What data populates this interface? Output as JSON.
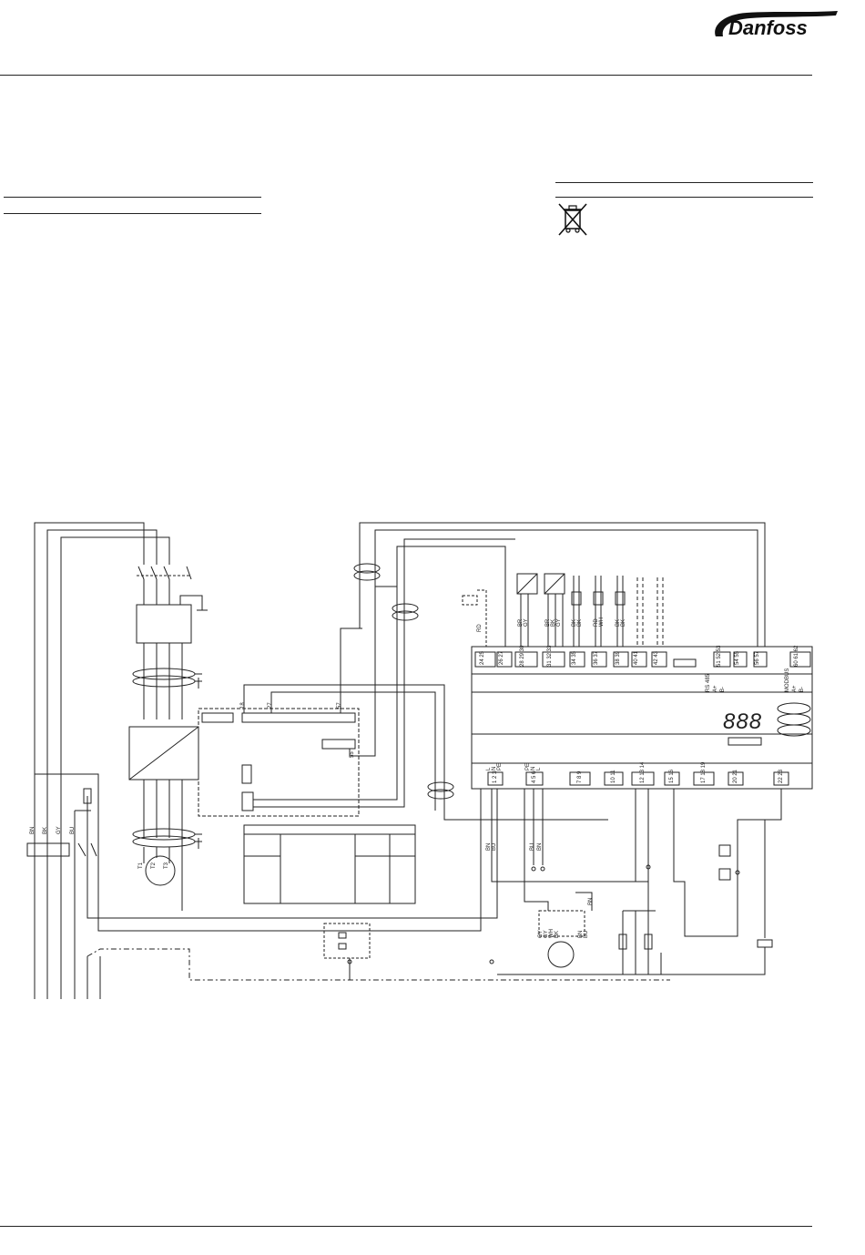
{
  "brand": {
    "logo_text": "Danfoss"
  },
  "wire_colors": {
    "left_bus": [
      "BN",
      "BK",
      "GY",
      "BU"
    ],
    "supply_lower": [
      "BN",
      "BU"
    ],
    "fan_upper": [
      "BU",
      "BN"
    ],
    "fan_lower": [
      "GY",
      "GY",
      "WH",
      "BK",
      "BN",
      "BU"
    ],
    "rd": "RD",
    "sensor_pairs": [
      [
        "BR",
        "GY"
      ],
      [
        "BR",
        "BK",
        "GY"
      ],
      [
        "BK",
        "BK"
      ],
      [
        "RD",
        "WH"
      ],
      [
        "BK",
        "BK"
      ]
    ]
  },
  "motor_terminals": [
    "T1",
    "T2",
    "T3"
  ],
  "inverter_terminals": {
    "t18": "18",
    "t27": "27",
    "t57": "57",
    "t55": "55"
  },
  "controller": {
    "top_terminals": [
      "24 25",
      "26 27",
      "28 29 30",
      "31 32 33",
      "34 35",
      "36 37",
      "38 39",
      "40 41",
      "42 43",
      "51 52 53",
      "54 55",
      "56 57",
      "60 61 62"
    ],
    "rs485": {
      "label": "RS 485",
      "a": "A+",
      "b": "B-"
    },
    "modbus": {
      "label": "MODBUS",
      "a": "A+",
      "b": "B-"
    },
    "display": "888",
    "bottom_labels": {
      "supply": [
        "L",
        "N",
        "PE"
      ],
      "fan": [
        "PE",
        "N",
        "L"
      ]
    },
    "bottom_terminals": [
      "1 2 3",
      "4 5 6",
      "7 8 9",
      "10 11",
      "12 13 14",
      "15 16",
      "17 18 19",
      "20 21",
      "22 23"
    ]
  },
  "icons": {
    "weee": "crossed-bin-icon",
    "logo": "danfoss-logo"
  }
}
